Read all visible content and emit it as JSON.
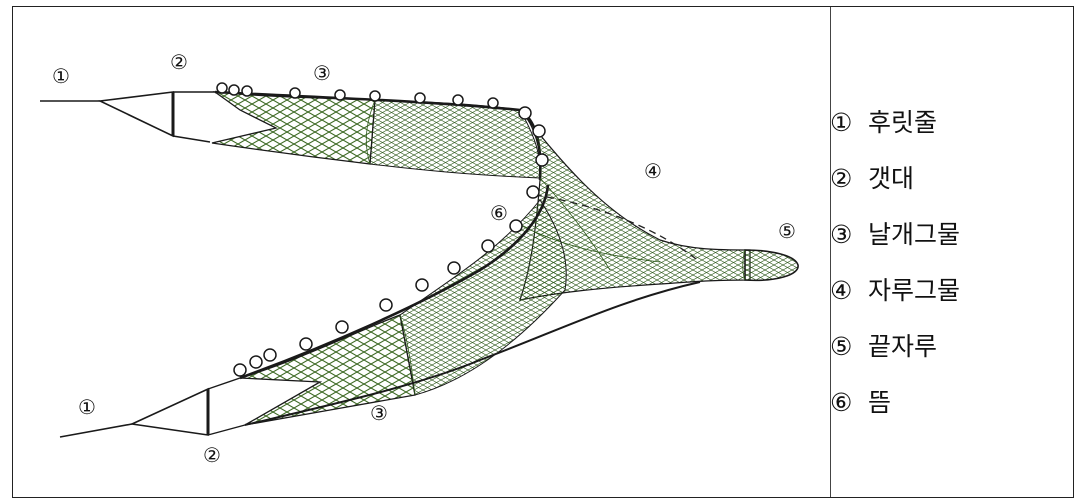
{
  "diagram": {
    "markers": [
      "①",
      "②",
      "③",
      "④",
      "⑤",
      "⑥"
    ]
  },
  "legend": {
    "items": [
      {
        "num": "①",
        "label": "후릿줄"
      },
      {
        "num": "②",
        "label": "갯대"
      },
      {
        "num": "③",
        "label": "날개그물"
      },
      {
        "num": "④",
        "label": "자루그물"
      },
      {
        "num": "⑤",
        "label": "끝자루"
      },
      {
        "num": "⑥",
        "label": "뜸"
      }
    ]
  },
  "colors": {
    "net": "#2f5a1c",
    "net_dense": "#3e6a25",
    "line": "#1a1a1a"
  }
}
